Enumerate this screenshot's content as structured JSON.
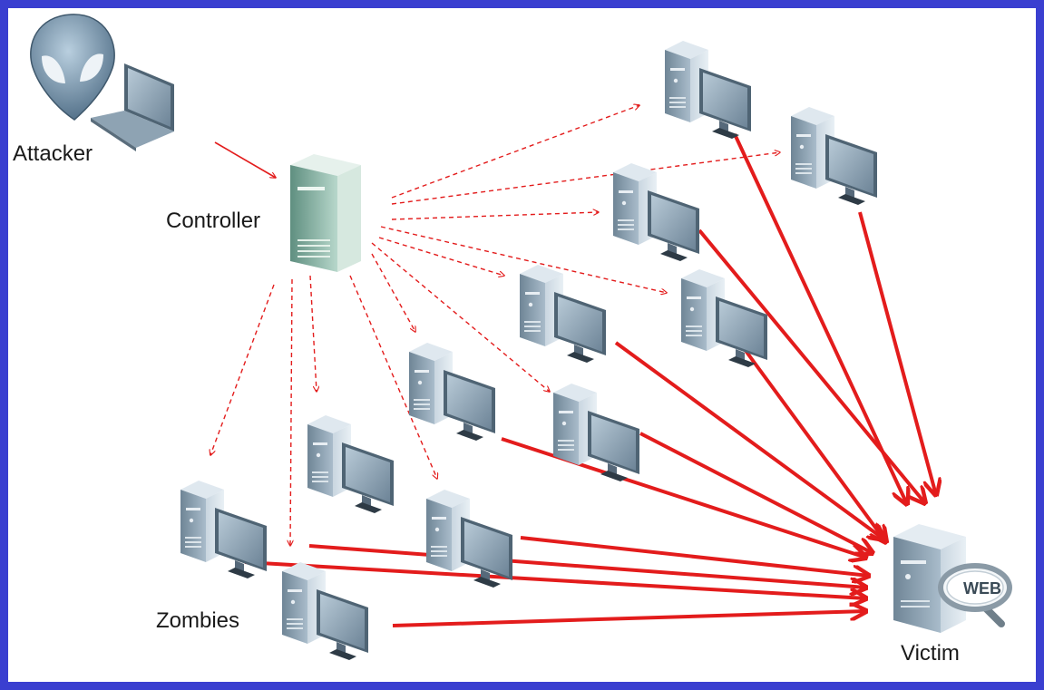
{
  "labels": {
    "attacker": "Attacker",
    "controller": "Controller",
    "zombies": "Zombies",
    "victim": "Victim",
    "web_badge": "WEB"
  },
  "colors": {
    "frame": "#3a3fd0",
    "arrow": "#e31c1c",
    "server_body": "#9fb4c4"
  },
  "icons": [
    "alien-icon",
    "laptop-icon",
    "controller-server-icon",
    "zombie-computer-icon",
    "web-server-icon",
    "magnifier-icon"
  ]
}
